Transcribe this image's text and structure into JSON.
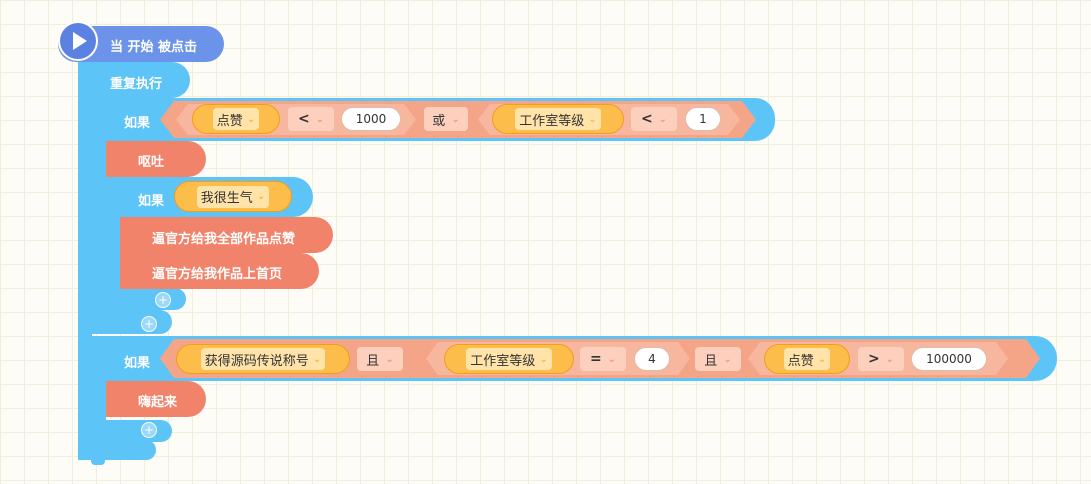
{
  "event": {
    "label": "当 开始 被点击"
  },
  "loop": {
    "label": "重复执行"
  },
  "if1": {
    "label": "如果",
    "var1": "点赞",
    "op1": "<",
    "val1": "1000",
    "logic": "或",
    "var2": "工作室等级",
    "op2": "<",
    "val2": "1"
  },
  "action_vomit": "呕吐",
  "if_inner": {
    "label": "如果",
    "var": "我很生气"
  },
  "action_force_like": "逼官方给我全部作品点赞",
  "action_force_home": "逼官方给我作品上首页",
  "if2": {
    "label": "如果",
    "cond1": "获得源码传说称号",
    "logic1": "且",
    "var2": "工作室等级",
    "op2": "=",
    "val2": "4",
    "logic2": "且",
    "var3": "点赞",
    "op3": ">",
    "val3": "100000"
  },
  "action_celebrate": "嗨起来",
  "plus_symbol": "+",
  "chevron_symbol": "⌄",
  "colors": {
    "control": "#5cc4f6",
    "event": "#6b93ea",
    "action": "#f0836a",
    "variable": "#fcbd4a",
    "operator": "#f4a588"
  }
}
